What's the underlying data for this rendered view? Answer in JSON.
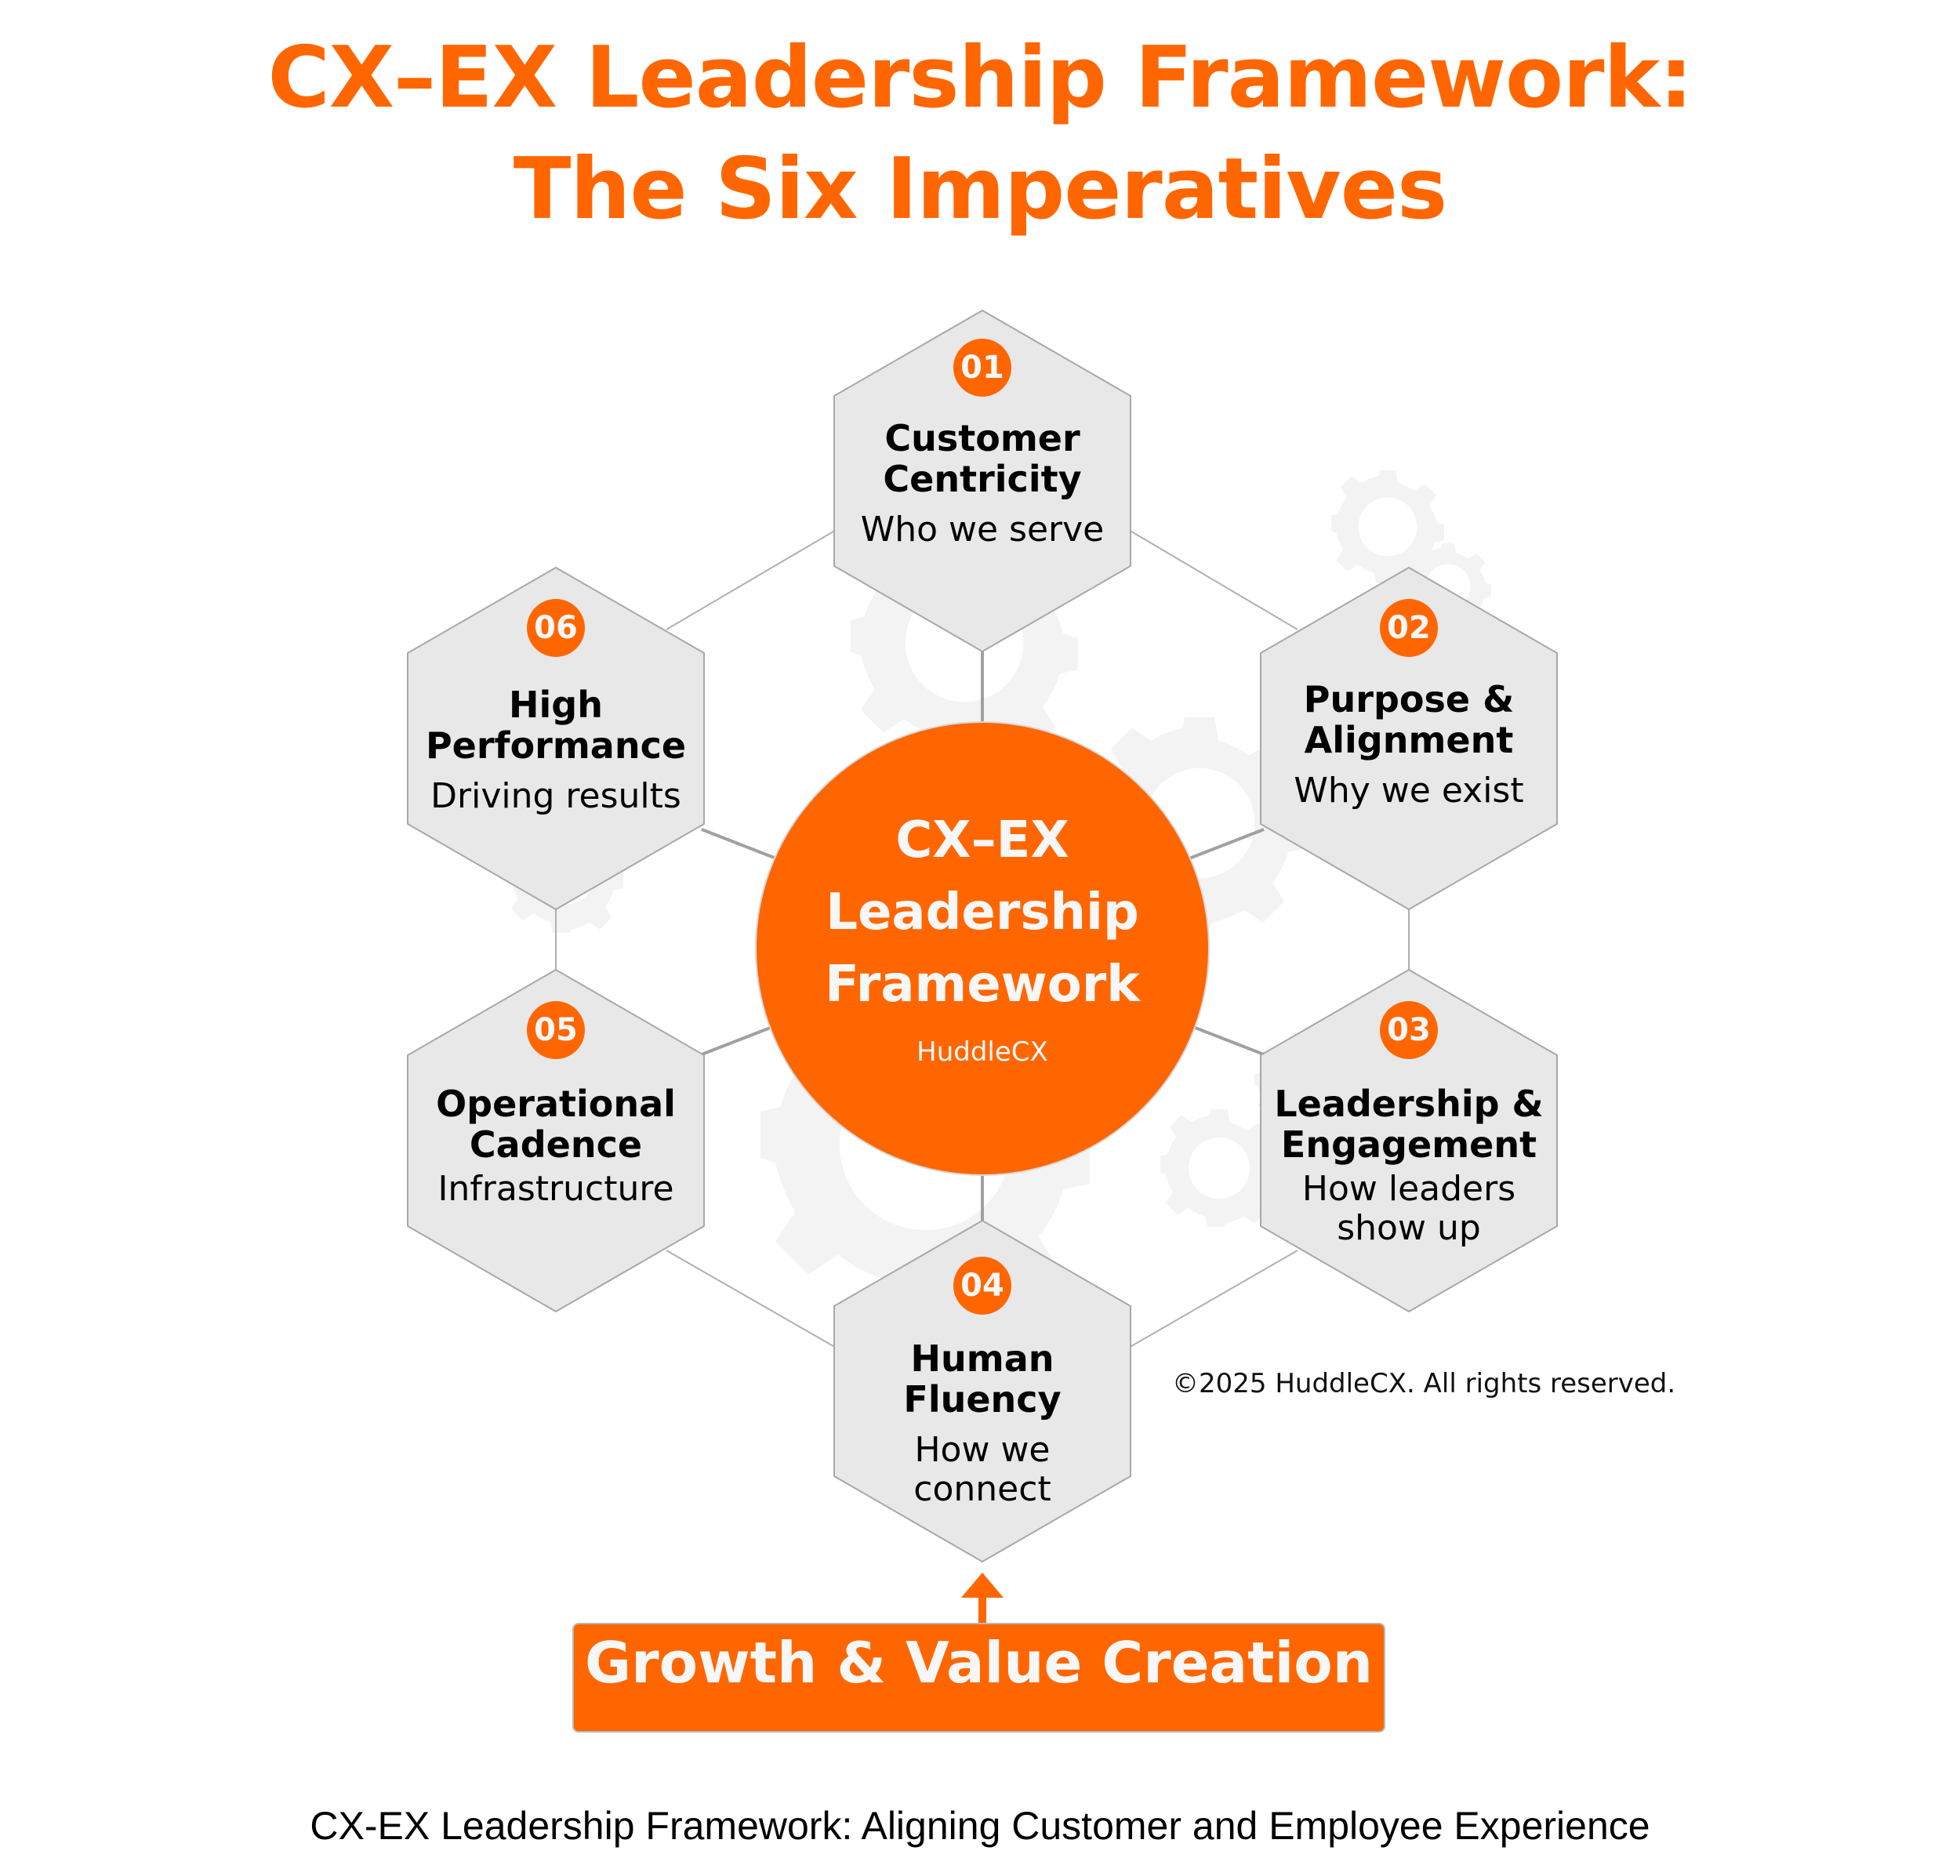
{
  "header": {
    "title_line1": "CX–EX Leadership Framework:",
    "title_line2": "The Six Imperatives"
  },
  "center": {
    "line1": "CX–EX",
    "line2": "Leadership",
    "line3": "Framework",
    "brand": "HuddleCX"
  },
  "imperatives": [
    {
      "number": "01",
      "title_line1": "Customer",
      "title_line2": "Centricity",
      "subtitle_line1": "Who we serve",
      "subtitle_line2": ""
    },
    {
      "number": "02",
      "title_line1": "Purpose &",
      "title_line2": "Alignment",
      "subtitle_line1": "Why we exist",
      "subtitle_line2": ""
    },
    {
      "number": "03",
      "title_line1": "Leadership &",
      "title_line2": "Engagement",
      "subtitle_line1": "How leaders",
      "subtitle_line2": "show up"
    },
    {
      "number": "04",
      "title_line1": "Human",
      "title_line2": "Fluency",
      "subtitle_line1": "How we",
      "subtitle_line2": "connect"
    },
    {
      "number": "05",
      "title_line1": "Operational",
      "title_line2": "Cadence",
      "subtitle_line1": "Infrastructure",
      "subtitle_line2": ""
    },
    {
      "number": "06",
      "title_line1": "High",
      "title_line2": "Performance",
      "subtitle_line1": "Driving results",
      "subtitle_line2": ""
    }
  ],
  "copyright": "©2025 HuddleCX. All rights reserved.",
  "banner": {
    "label": "Growth & Value Creation"
  },
  "caption": "CX-EX Leadership Framework: Aligning Customer and Employee Experience",
  "colors": {
    "accent": "#FF6600",
    "hex_fill": "#E8E8E8",
    "hex_stroke": "#A8A8A8",
    "connector": "#A0A0A0",
    "gear": "#F3F3F3",
    "text_light": "#F7F7F7"
  }
}
